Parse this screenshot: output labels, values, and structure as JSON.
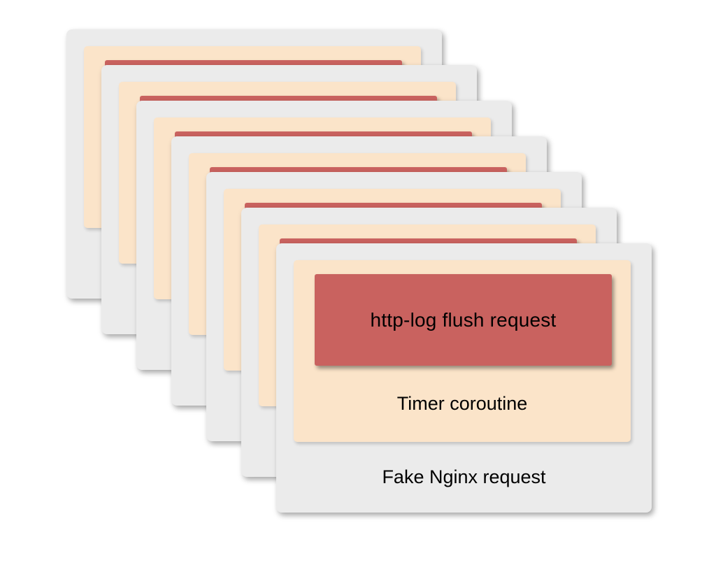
{
  "diagram": {
    "description": "Stack of seven overlapping request cards; front card is labeled",
    "stack_count": 7,
    "front_card": {
      "red_box_label": "http-log flush request",
      "cream_box_label": "Timer coroutine",
      "gray_box_label": "Fake Nginx request"
    },
    "colors": {
      "card_bg": "#ebebeb",
      "inner_bg": "#fbe4c9",
      "red_box": "#c9625f",
      "text": "#000000",
      "page_bg": "#ffffff"
    }
  }
}
